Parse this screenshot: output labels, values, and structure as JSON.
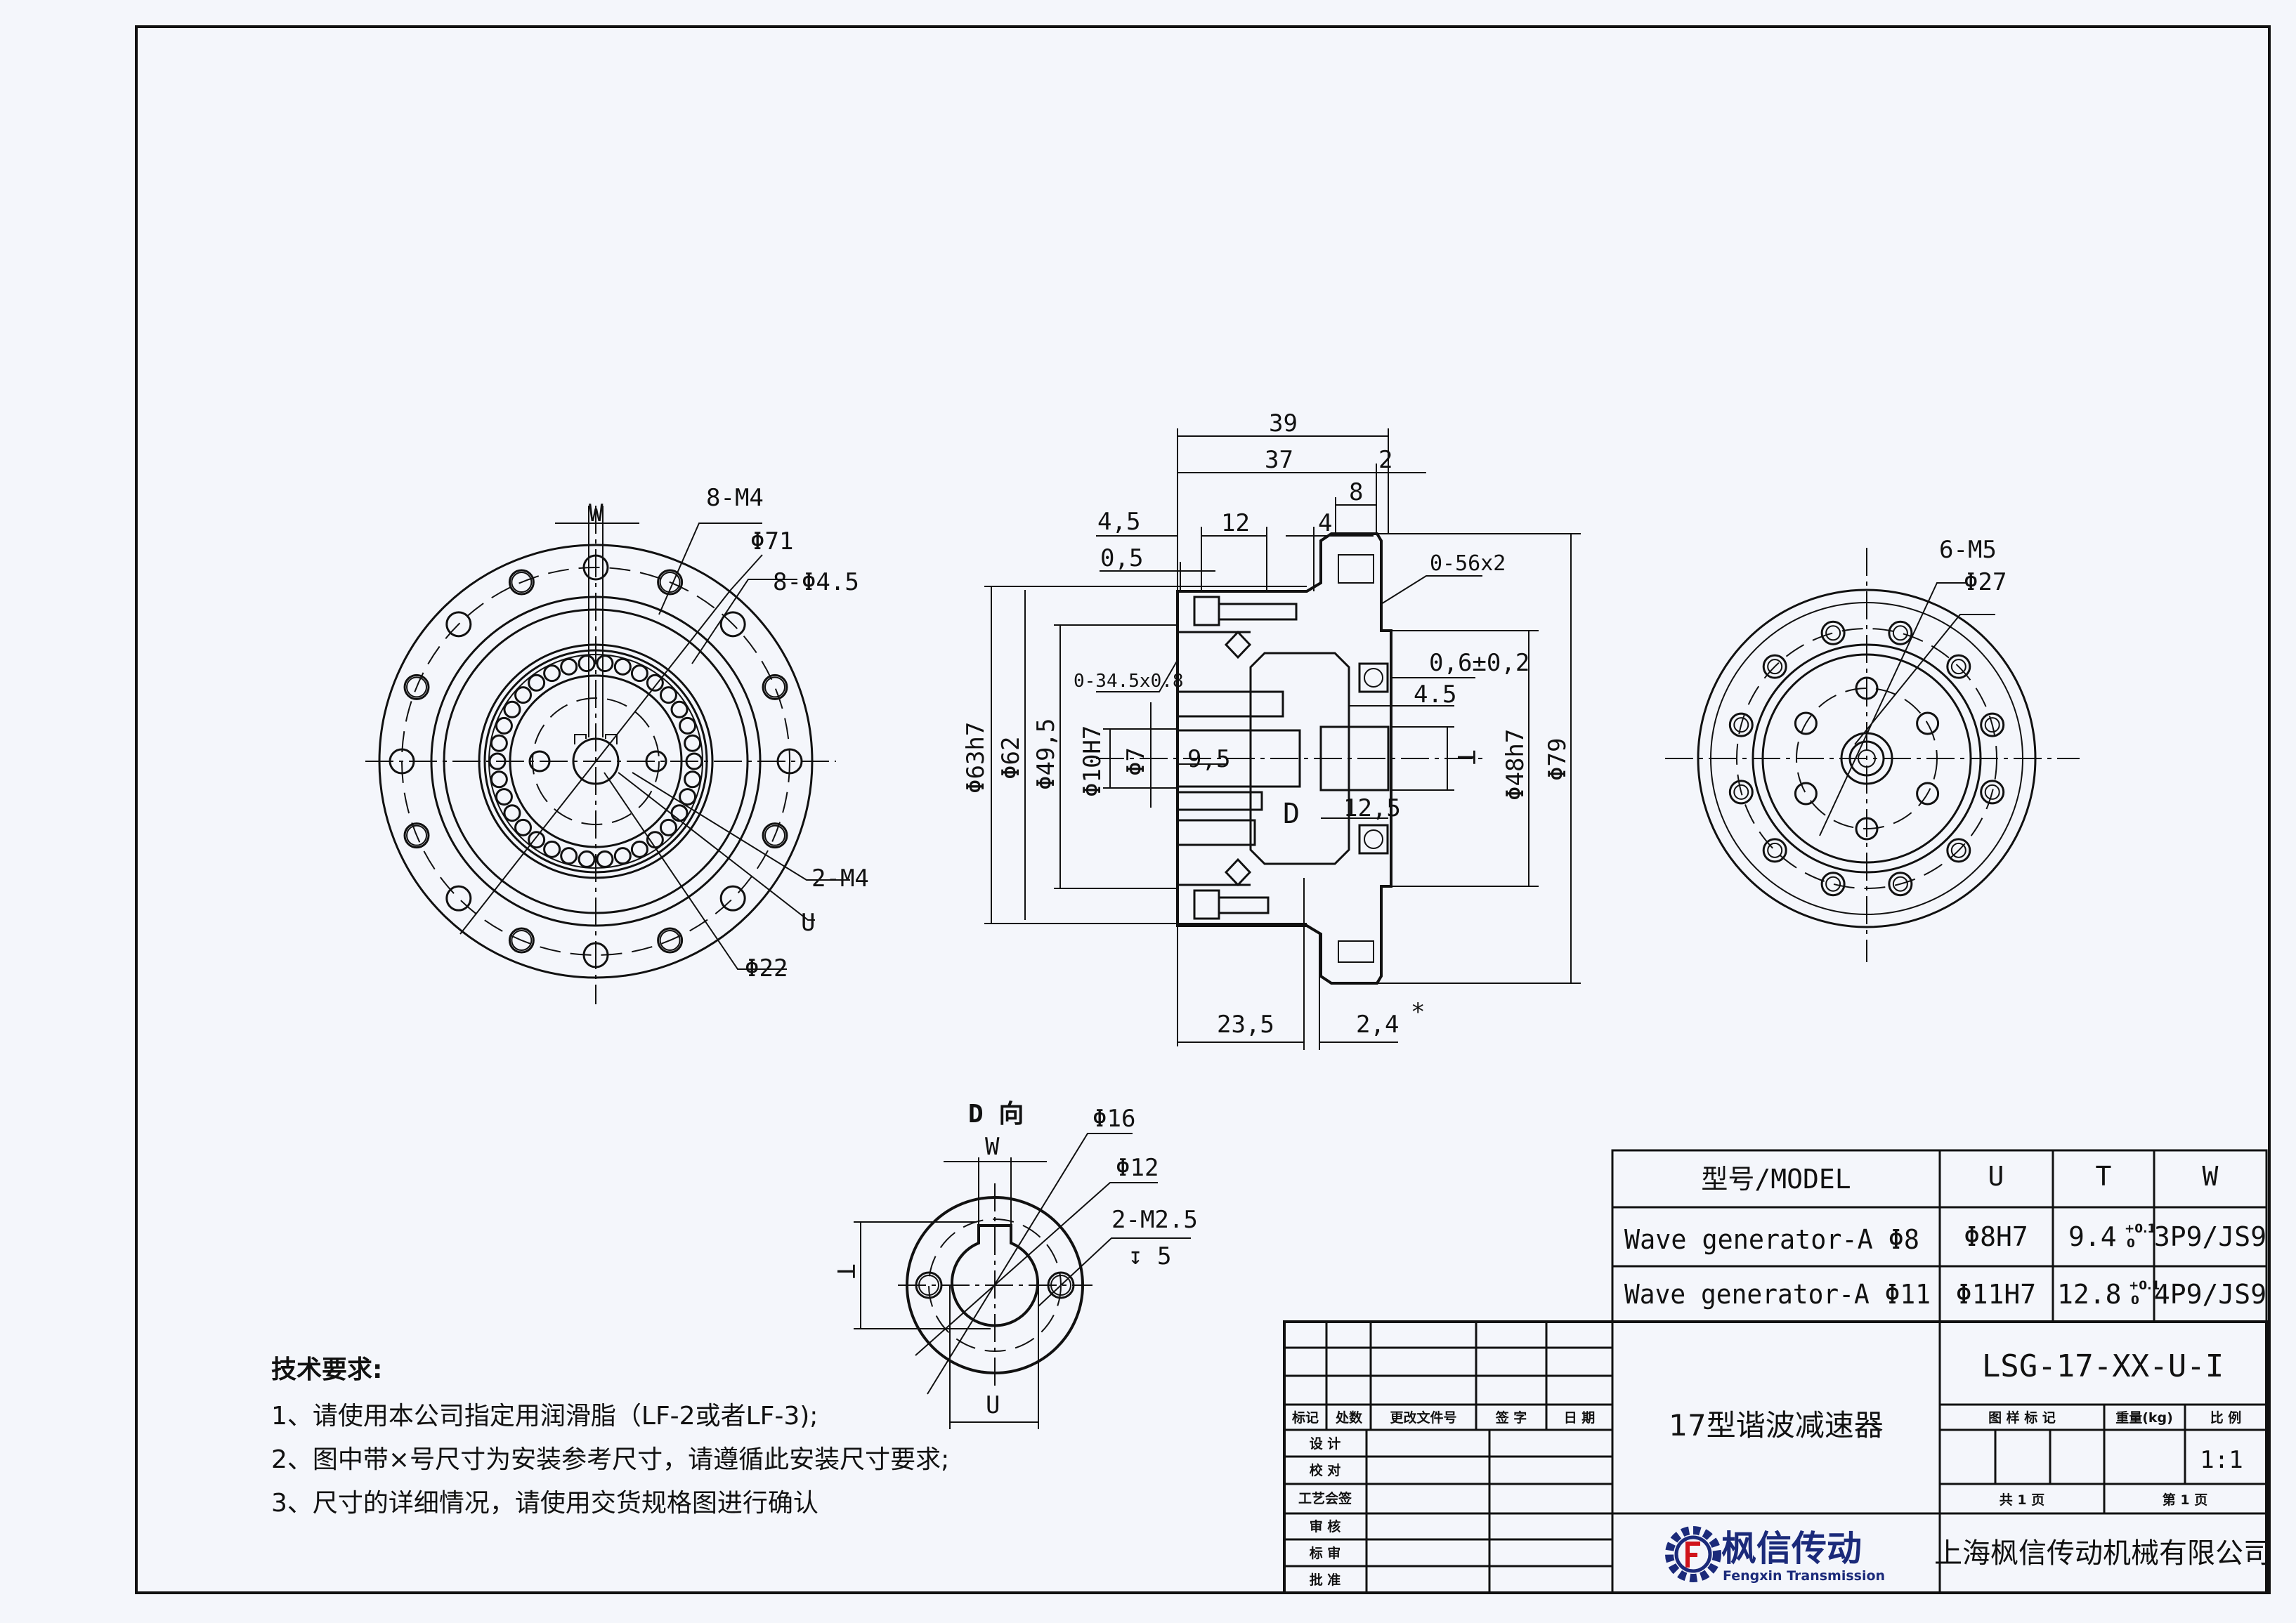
{
  "left_view": {
    "w": "W",
    "holes_m4": "8-M4",
    "d71": "Φ71",
    "holes_d45": "8-Φ4.5",
    "m4_2": "2-M4",
    "u": "U",
    "d22": "Φ22"
  },
  "side_view": {
    "d39": "39",
    "d37": "37",
    "d2": "2",
    "d8": "8",
    "d4_5": "4,5",
    "d12": "12",
    "d4": "4",
    "d0_5": "0,5",
    "oring1": "0-56x2",
    "oring2": "0-34.5x0.8",
    "d06": "0,6±0,2",
    "d45b": "4.5",
    "phi63": "Φ63h7",
    "phi62": "Φ62",
    "phi49": "Φ49,5",
    "phi10": "Φ10H7",
    "phi7": "Φ7",
    "d9_5": "9,5",
    "t": "T",
    "phi48": "Φ48h7",
    "phi79": "Φ79",
    "d_mark": "D",
    "d12_5": "12,5",
    "d23_5": "23,5",
    "d2_4": "2,4",
    "star": "*"
  },
  "right_view": {
    "m5": "6-M5",
    "d27": "Φ27"
  },
  "d_view": {
    "title": "D 向",
    "w": "W",
    "d16": "Φ16",
    "d12": "Φ12",
    "m25": "2-M2.5",
    "depth": "↧ 5",
    "t": "T",
    "u": "U"
  },
  "tech_requirements": {
    "title": "技术要求:",
    "items": [
      "1、请使用本公司指定用润滑脂（LF-2或者LF-3);",
      "2、图中带×号尺寸为安装参考尺寸，请遵循此安装尺寸要求;",
      "3、尺寸的详细情况，请使用交货规格图进行确认"
    ]
  },
  "model_table": {
    "headers": [
      "型号/MODEL",
      "U",
      "T",
      "W"
    ],
    "rows": [
      {
        "model": "Wave generator-A Φ8",
        "u": "Φ8H7",
        "t": "9.4",
        "tol_up": "+0.1",
        "tol_low": "0",
        "w": "3P9/JS9"
      },
      {
        "model": "Wave generator-A Φ11",
        "u": "Φ11H7",
        "t": "12.8",
        "tol_up": "+0.1",
        "tol_low": "0",
        "w": "4P9/JS9"
      }
    ]
  },
  "title_block": {
    "headers": [
      "标记",
      "处数",
      "更改文件号",
      "签 字",
      "日 期"
    ],
    "roles": [
      "设 计",
      "校 对",
      "工艺会签",
      "审 核",
      "标 审",
      "批 准"
    ],
    "product_name": "17型谐波减速器",
    "drawing_no": "LSG-17-XX-U-I",
    "mark_label": "图 样 标 记",
    "weight_label": "重量(kg)",
    "scale_label": "比 例",
    "scale": "1:1",
    "total_pages": "共 1 页",
    "page": "第 1 页",
    "logo_cn": "枫信传动",
    "logo_en": "Fengxin Transmission",
    "company": "上海枫信传动机械有限公司",
    "logo_color": "#1b2a7a",
    "logo_accent": "#d0141b"
  }
}
